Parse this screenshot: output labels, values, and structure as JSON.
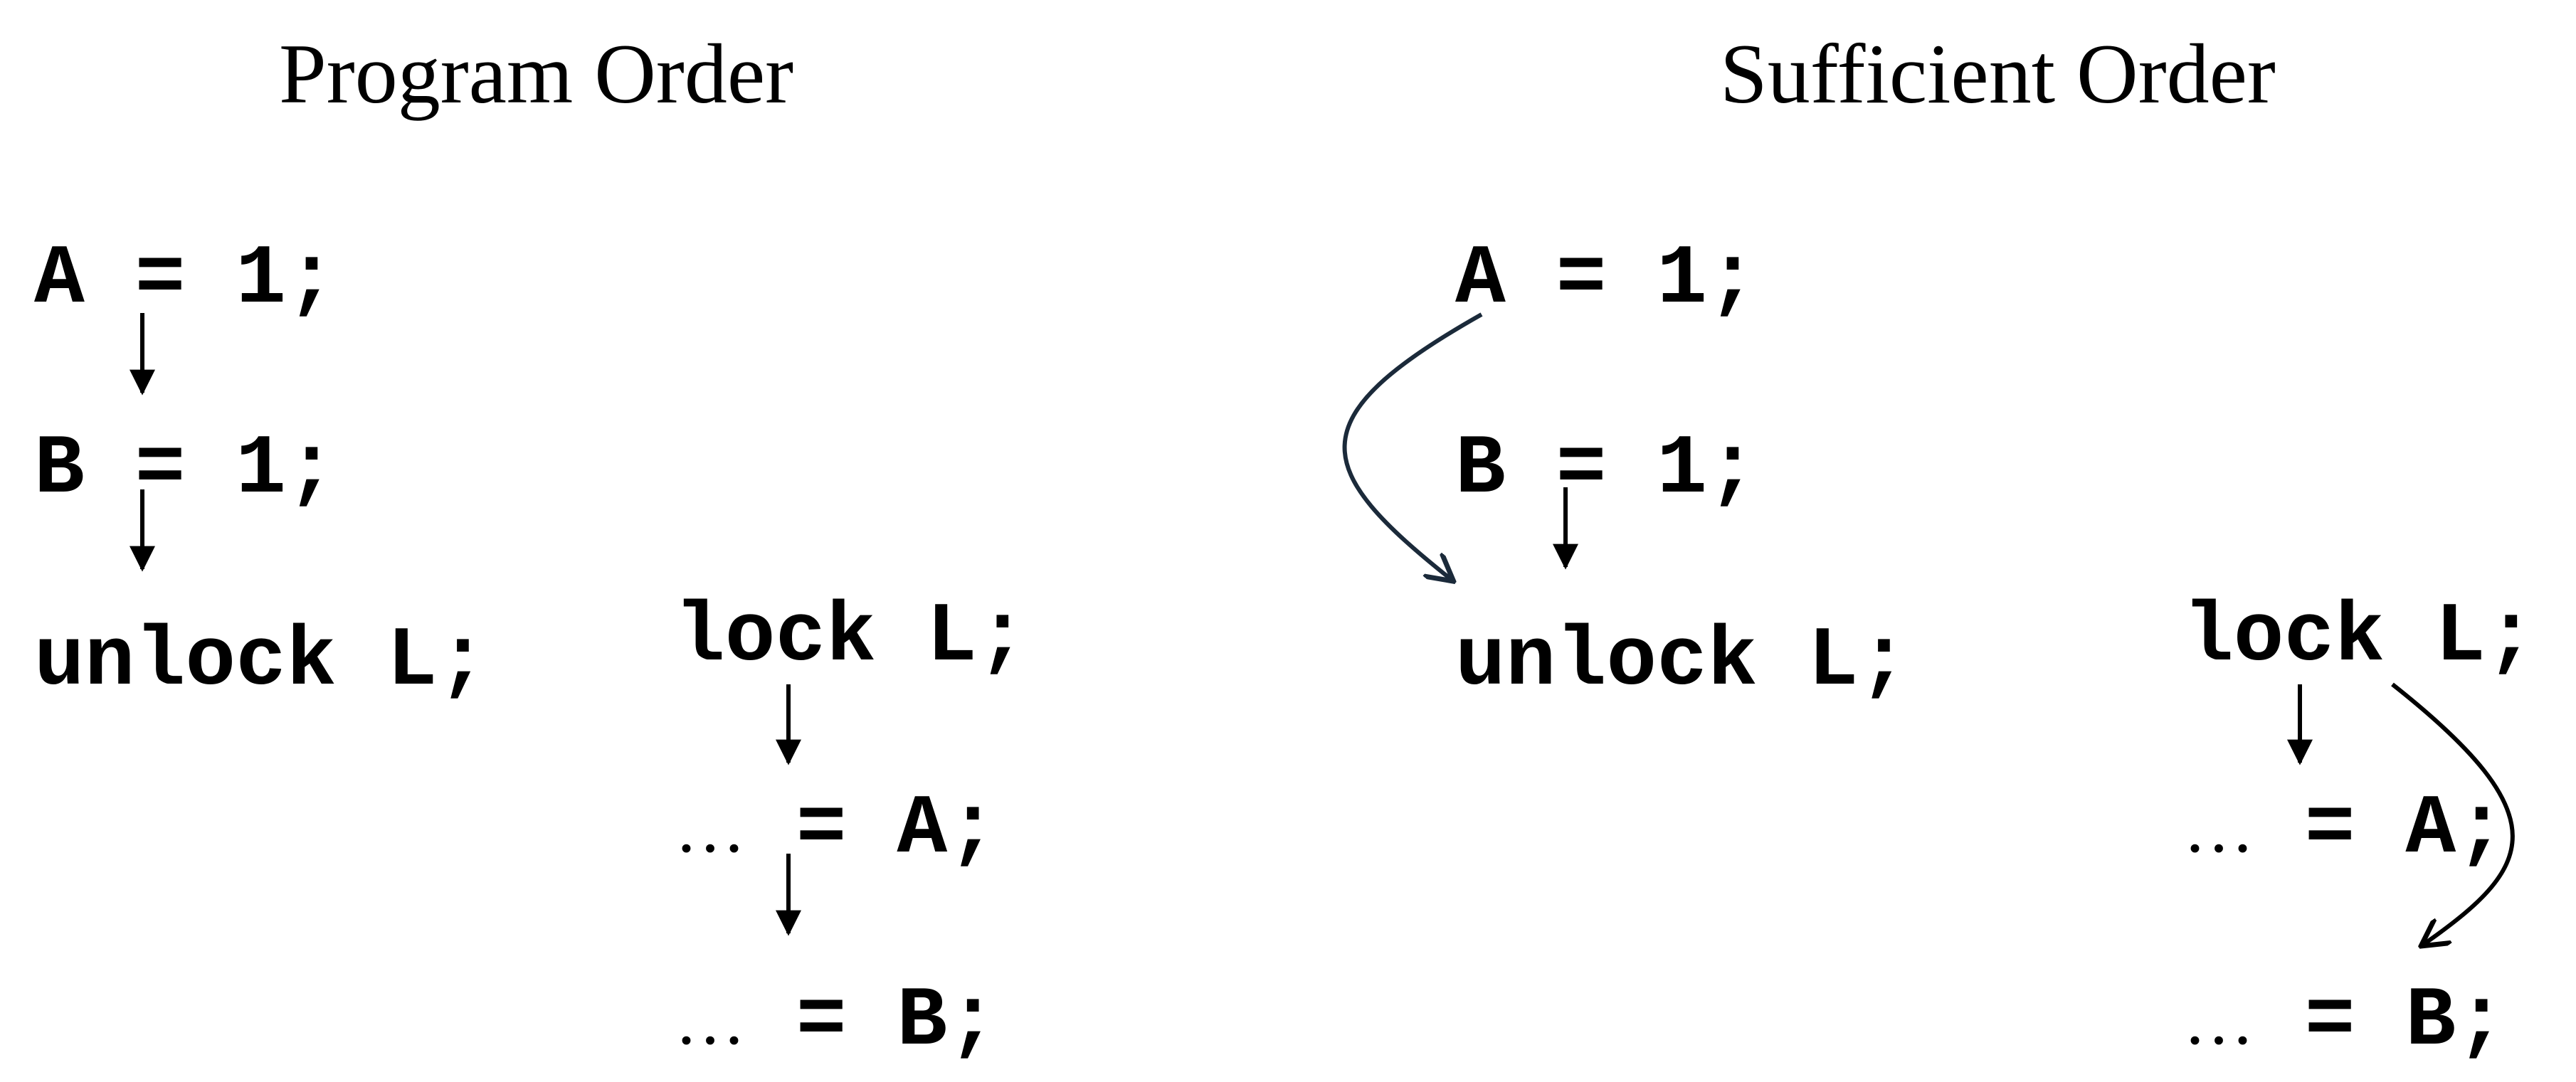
{
  "program_order": {
    "title": "Program Order",
    "thread1": {
      "line1": "A = 1;",
      "line2": "B = 1;",
      "line3": "unlock L;"
    },
    "thread2": {
      "line1": "lock L;",
      "line2_prefix": "…",
      "line2": " = A;",
      "line3_prefix": "…",
      "line3": " = B;"
    }
  },
  "sufficient_order": {
    "title": "Sufficient Order",
    "thread1": {
      "line1": "A = 1;",
      "line2": "B = 1;",
      "line3": "unlock L;"
    },
    "thread2": {
      "line1": "lock L;",
      "line2_prefix": "…",
      "line2": " = A;",
      "line3_prefix": "…",
      "line3": " = B;"
    }
  },
  "colors": {
    "text": "#000000",
    "curved_arrow_left": "#1b2a3a",
    "curved_arrow_right": "#000000"
  }
}
